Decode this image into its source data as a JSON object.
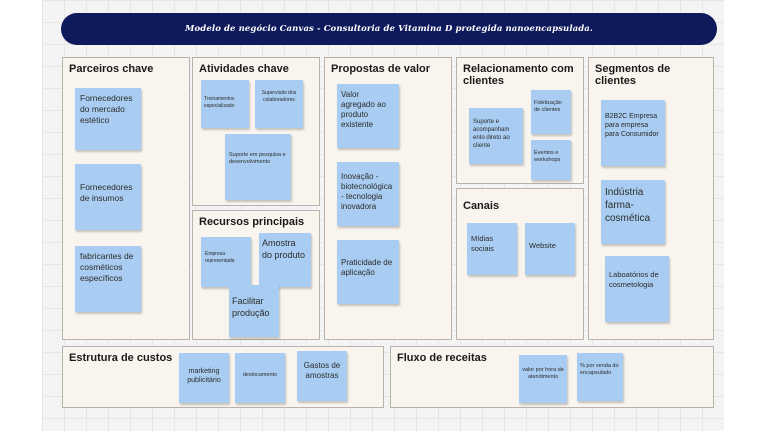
{
  "title": "Modelo de negócio Canvas - Consultoria de Vitamina D protegida  nanoencapsulada.",
  "sections": {
    "parceiros": {
      "title": "Parceiros chave",
      "notes": [
        "Fornecedores do mercado estético",
        "Fornecedores de insumos",
        "fabricantes de cosméticos específicos"
      ]
    },
    "atividades": {
      "title": "Atividades chave",
      "notes": [
        "Treinamentos especializado",
        "Supervisão dos colaboradores",
        "Suporte em pesquisa e desenvolvimento"
      ]
    },
    "recursos": {
      "title": "Recursos principais",
      "notes": [
        "Empresa representada",
        "Amostra do produto",
        "Facilitar produção"
      ]
    },
    "propostas": {
      "title": "Propostas de valor",
      "notes": [
        "Valor agregado ao produto existente",
        "Inovação - biotecnológica - tecnologia inovadora",
        "Praticidade de aplicação"
      ]
    },
    "relacionamento": {
      "title": "Relacionamento com clientes",
      "notes": [
        "Suporte e acompanham ento direto ao cliente",
        "Fidelização de clientes",
        "Eventos e workshops"
      ]
    },
    "canais": {
      "title": "Canais",
      "notes": [
        "Mídias sociais",
        "Website"
      ]
    },
    "segmentos": {
      "title": "Segmentos de clientes",
      "notes": [
        "B2B2C Empresa para empresa para Consumidor",
        "Indústria farma-cosmética",
        "Laboatórios de cosmetologia"
      ]
    },
    "custos": {
      "title": "Estrutura de custos",
      "notes": [
        "marketing publicitário",
        "deslocamento",
        "Gastos de amostras"
      ]
    },
    "receitas": {
      "title": "Fluxo de receitas",
      "notes": [
        "valor por hora de atendimento",
        "% por venda do encapsulado"
      ]
    }
  },
  "colors": {
    "banner": "#0f1a5c",
    "sticky": "#a9cdf2",
    "section_bg": "#f9f5ee",
    "section_border": "#b7b2aa"
  }
}
